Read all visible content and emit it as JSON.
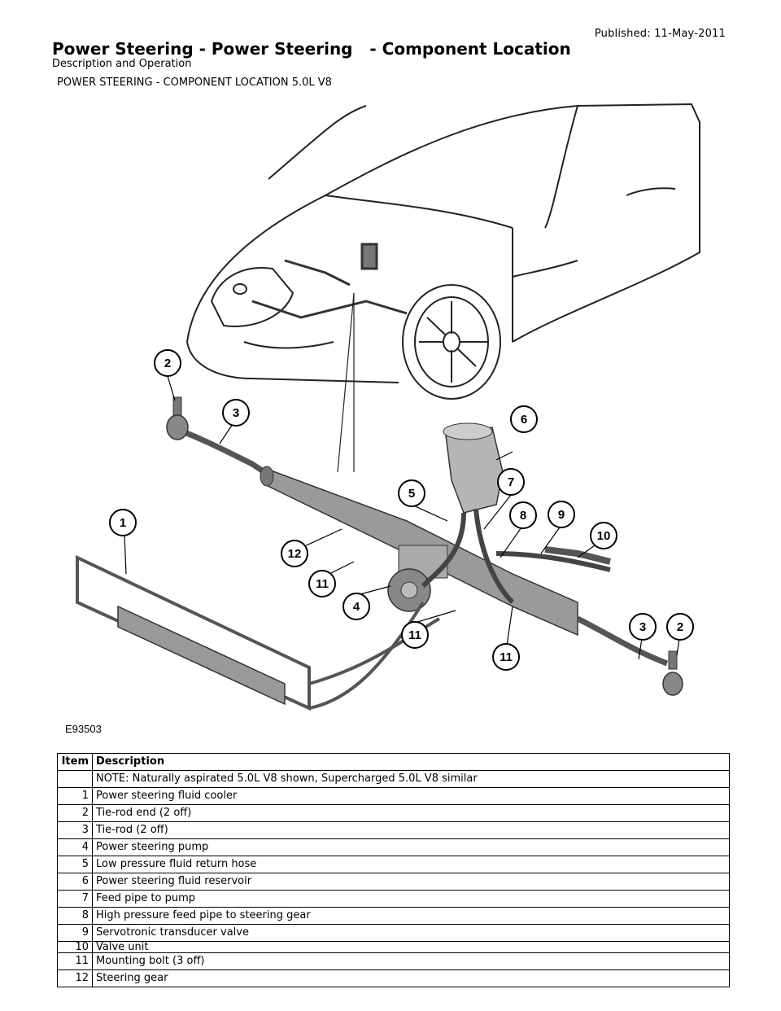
{
  "header": {
    "published": "Published: 11-May-2011",
    "title": "Power Steering - Power Steering   - Component Location",
    "subtitle": "Description and Operation",
    "section": "POWER STEERING - COMPONENT LOCATION 5.0L V8"
  },
  "figure": {
    "id": "E93503",
    "callouts": {
      "c1": "1",
      "c2a": "2",
      "c3a": "3",
      "c4": "4",
      "c5": "5",
      "c6": "6",
      "c7": "7",
      "c8": "8",
      "c9": "9",
      "c10": "10",
      "c11a": "11",
      "c11b": "11",
      "c11c": "11",
      "c12": "12",
      "c3b": "3",
      "c2b": "2"
    }
  },
  "table": {
    "headers": {
      "item": "Item",
      "description": "Description"
    },
    "note": "NOTE: Naturally aspirated 5.0L V8 shown, Supercharged 5.0L V8 similar",
    "rows": [
      {
        "item": "1",
        "description": "Power steering fluid cooler"
      },
      {
        "item": "2",
        "description": "Tie-rod end (2 off)"
      },
      {
        "item": "3",
        "description": "Tie-rod (2 off)"
      },
      {
        "item": "4",
        "description": "Power steering pump"
      },
      {
        "item": "5",
        "description": "Low pressure fluid return hose"
      },
      {
        "item": "6",
        "description": "Power steering fluid reservoir"
      },
      {
        "item": "7",
        "description": "Feed pipe to pump"
      },
      {
        "item": "8",
        "description": "High pressure feed pipe to steering gear"
      },
      {
        "item": "9",
        "description": "Servotronic transducer valve"
      },
      {
        "item": "10",
        "description": "Valve unit"
      },
      {
        "item": "11",
        "description": "Mounting bolt (3 off)"
      },
      {
        "item": "12",
        "description": "Steering gear"
      }
    ]
  }
}
